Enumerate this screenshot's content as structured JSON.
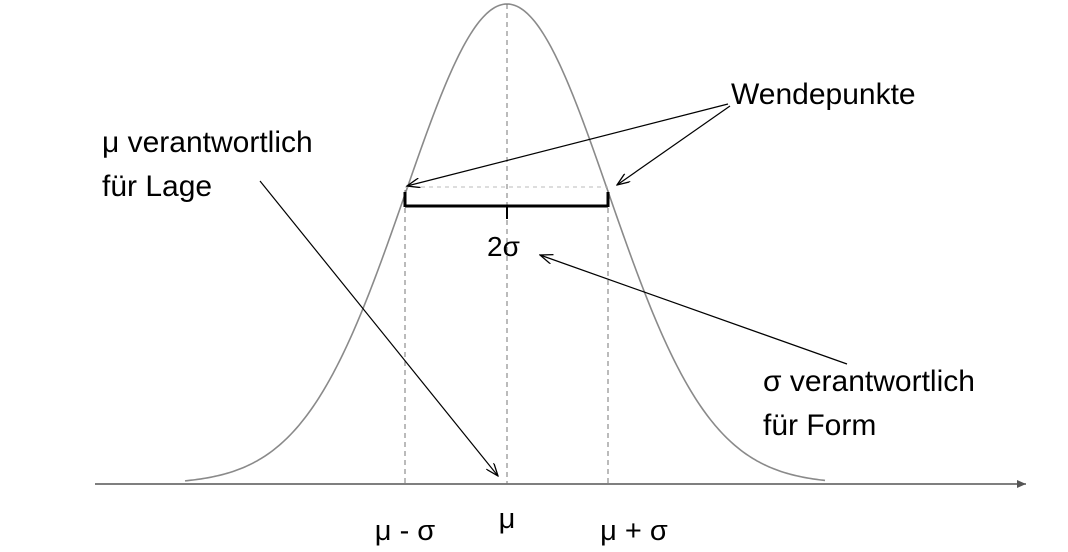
{
  "annotations": {
    "inflection_points": "Wendepunkte",
    "mu_role_line1": "μ verantwortlich",
    "mu_role_line2": "für Lage",
    "two_sigma": "2σ",
    "sigma_role_line1": "σ  verantwortlich",
    "sigma_role_line2": "für Form"
  },
  "x_axis": {
    "tick_labels": [
      "μ - σ",
      "μ",
      "μ + σ"
    ]
  },
  "colors": {
    "curve": "#8a8a8a",
    "axis": "#555555",
    "ink": "#000000",
    "guide": "#777777"
  }
}
